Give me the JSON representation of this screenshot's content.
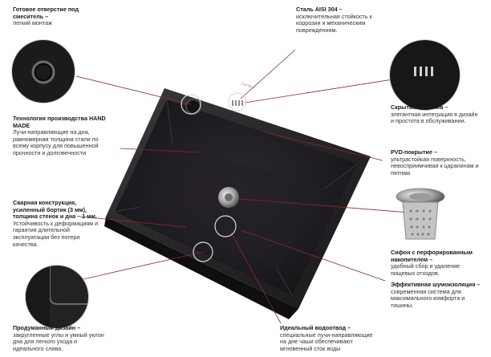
{
  "annotations": {
    "mixer_hole": {
      "title": "Готовое отверстие под смеситель –",
      "text": "легкий монтаж"
    },
    "steel": {
      "title": "Сталь AISI 304 –",
      "text": "исключительная стойкость к коррозии и механическим повреждениям."
    },
    "handmade": {
      "title": "Технология производства HAND MADE",
      "text": "Лучи-направляющие на дна, равномерная толщина стали по всему корпусу для повышенной прочности и долговечности"
    },
    "overflow": {
      "title": "Скрытый перелив –",
      "text": "элегантная интеграция в дизайн и простота в обслуживании."
    },
    "pvd": {
      "title": "PVD-покрытие –",
      "text": "ультрастойкая поверхность, невосприимчивая к царапинам и пятнам."
    },
    "welded": {
      "title": "Сварная конструкция, усиленный бортик (3 мм), толщина стенок и дна – 1 мм.",
      "text": "Устойчивость к деформациям и гарантия длительной эксплуатации без потери качества."
    },
    "siphon": {
      "title": "Сифон с перфорированным накопителем –",
      "text": "удобный сбор и удаление пищевых отходов."
    },
    "noise": {
      "title": "Эффективная шумоизоляция –",
      "text": "современная система для максимального комфорта и тишины."
    },
    "design": {
      "title": "Продуманный дизайн –",
      "text": "закругленные углы и умный уклон дна для легкого ухода и идеального слива."
    },
    "drain": {
      "title": "Идеальный водоотвод –",
      "text": "специальные лучи-направляющие на дне чаши обеспечивают мгновенный сток воды"
    }
  },
  "brand_mark": "Gamfaux",
  "colors": {
    "sink": "#1d1a1d",
    "line": "#8a2a2a",
    "text": "#1a1a1a"
  }
}
